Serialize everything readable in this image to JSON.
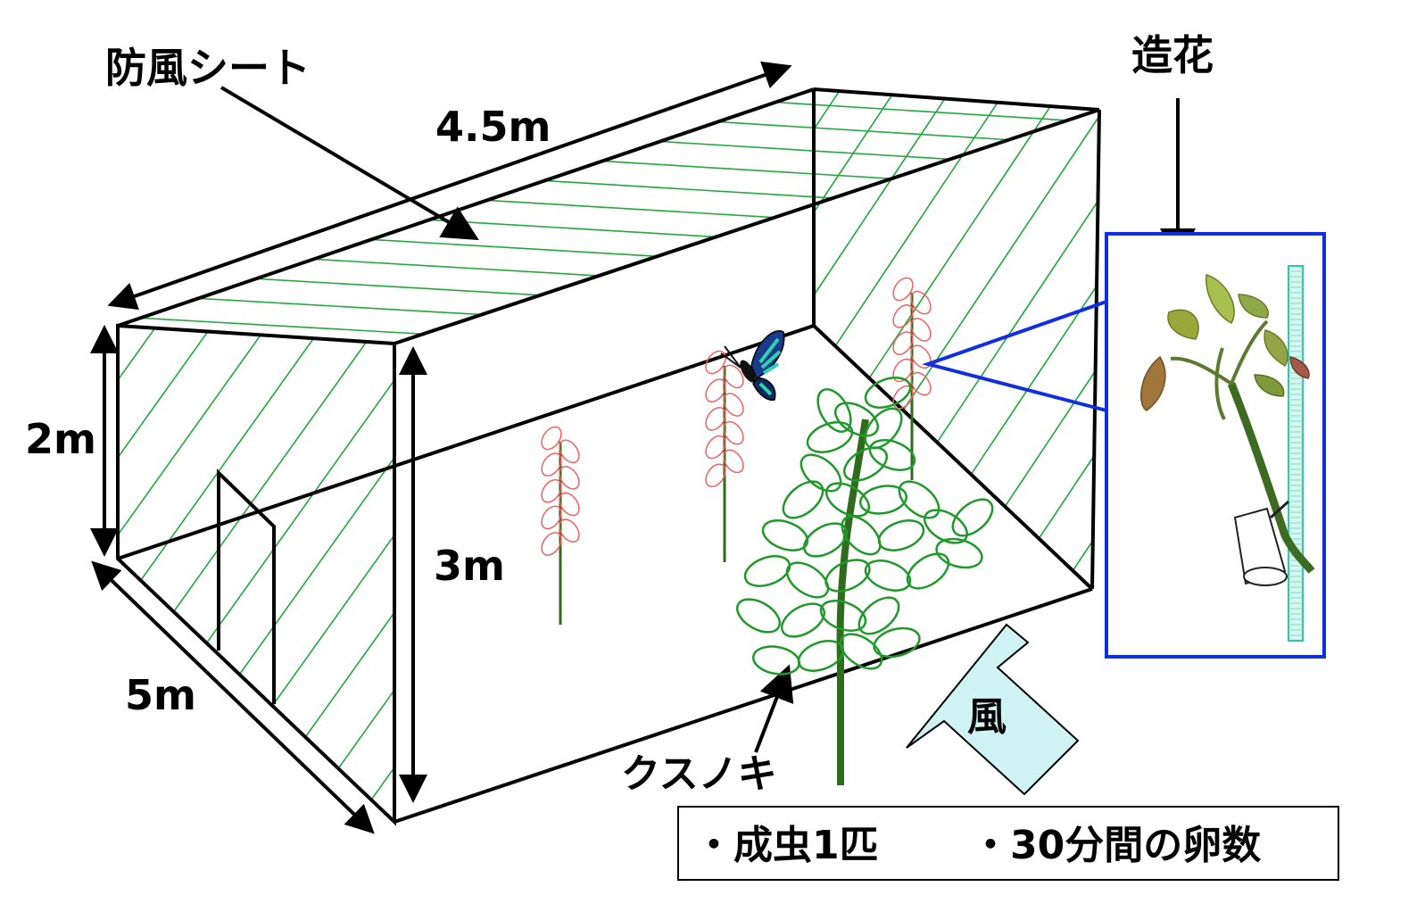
{
  "labels": {
    "windbreak_sheet": "防風シート",
    "length": "4.5m",
    "height_front": "2m",
    "height_side": "3m",
    "width": "5m",
    "artificial_flower": "造花",
    "camphor_tree": "クスノキ",
    "wind": "風"
  },
  "info_box": {
    "item1": "・成虫1匹",
    "item2": "・30分間の卵数"
  },
  "colors": {
    "hatch": "#22a83a",
    "leaf_outline": "#1f9a2a",
    "flower_outline": "#f06060",
    "inset_border": "#1030e0",
    "wind_arrow": "#cff3f5",
    "stem": "#2f6a1e",
    "butterfly_wing": "#1a3a8a",
    "butterfly_band": "#30d0b0"
  }
}
